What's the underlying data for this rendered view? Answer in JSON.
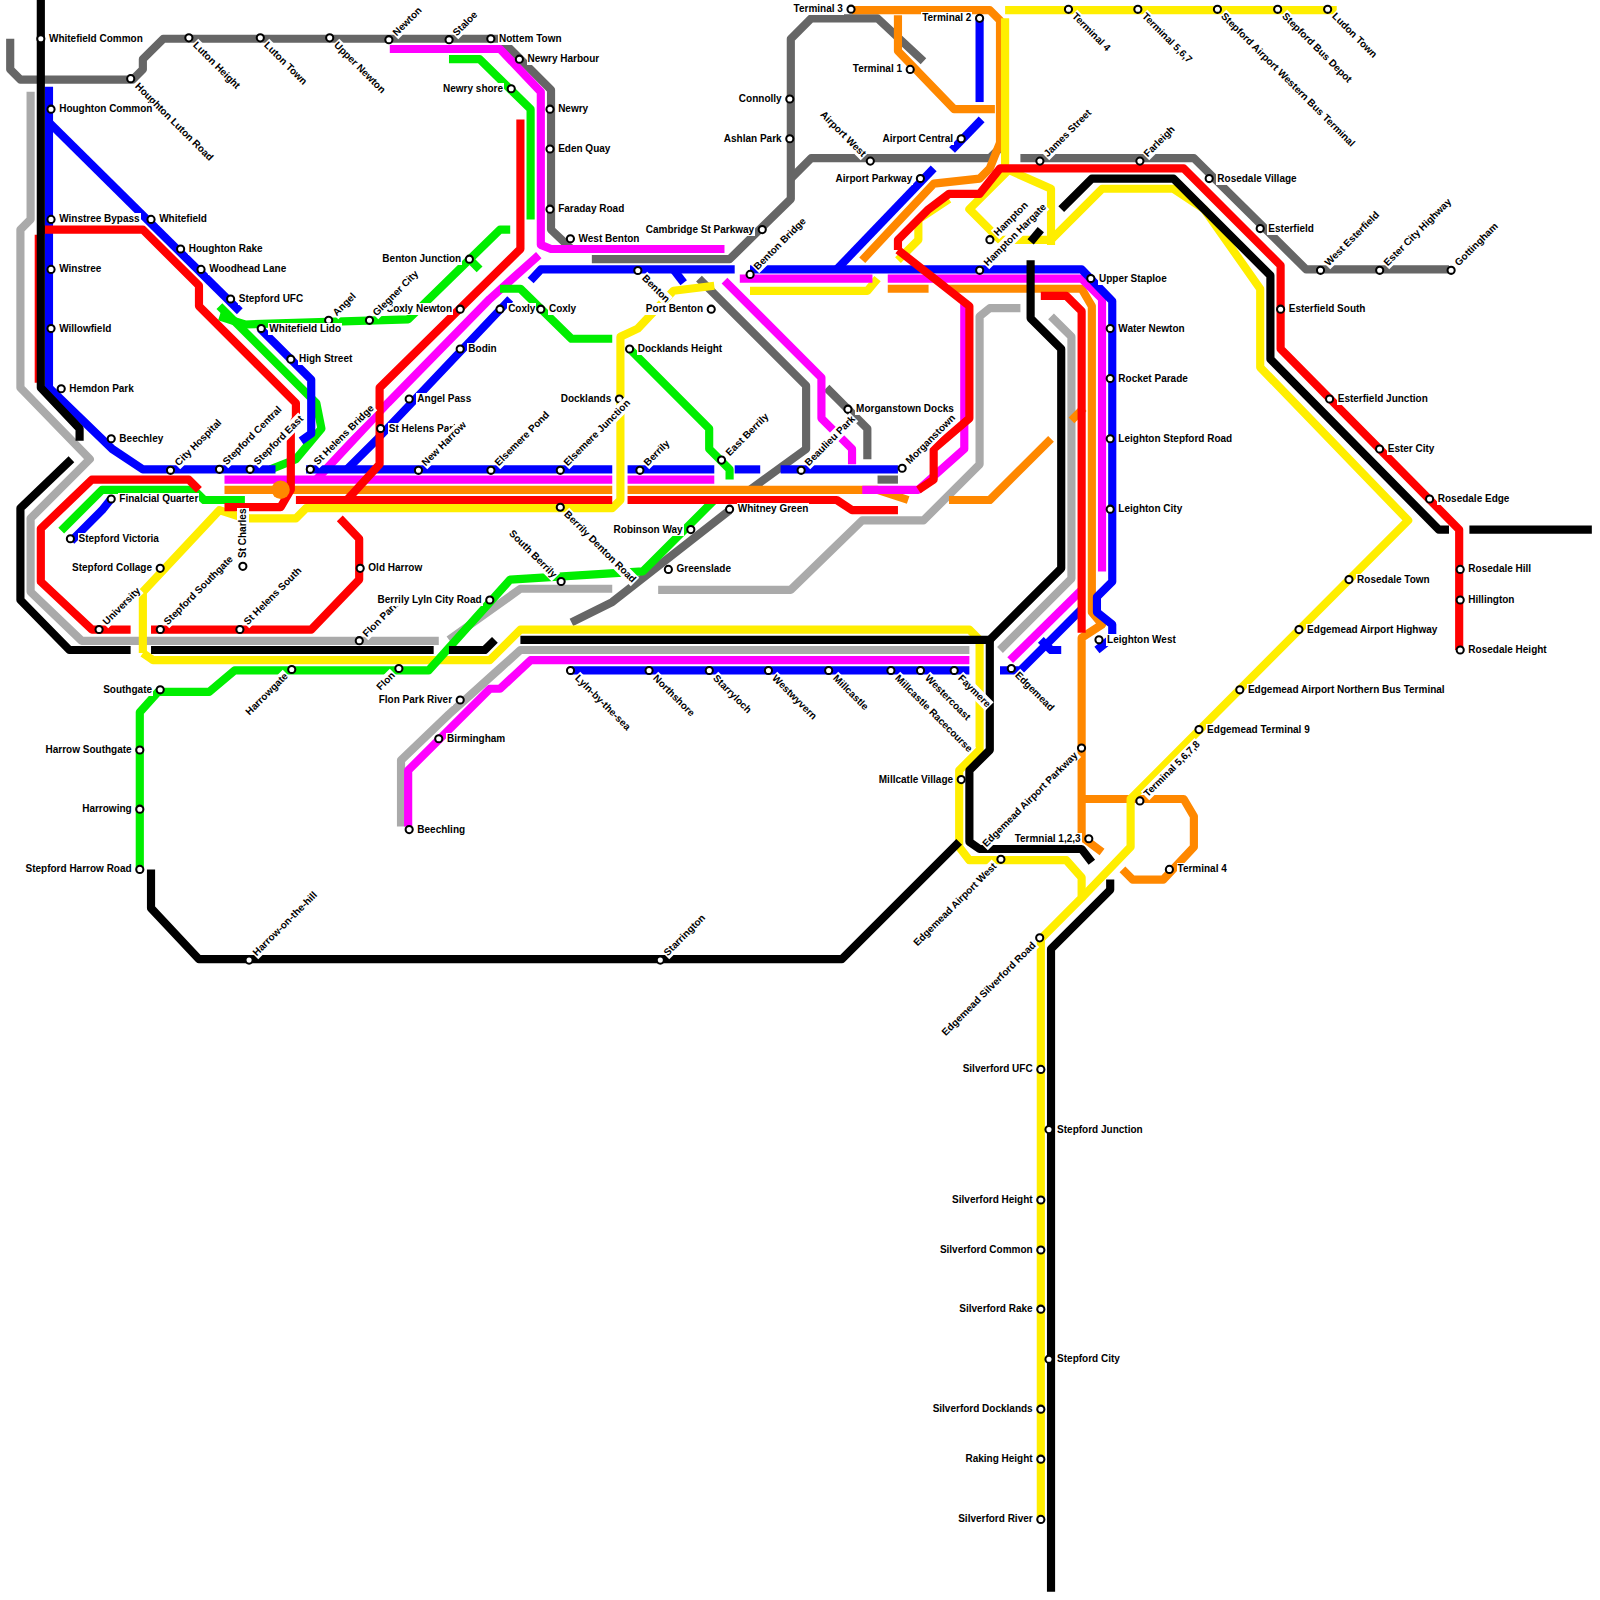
{
  "diagram": {
    "labels": [
      "Whitefield Common",
      "Luton Height",
      "Luton Town",
      "Upper Newton",
      "Newton",
      "Staloe",
      "Nottem Town",
      "Newry Harbour",
      "Newry shore",
      "Newry",
      "Eden Quay",
      "Faraday Road",
      "West Benton",
      "Houghton Luton Road",
      "Houghton Common",
      "Winstree Bypass",
      "Whitefield",
      "Houghton Rake",
      "Woodhead Lane",
      "Winstree",
      "Stepford UFC",
      "Willowfield",
      "Whitefield Lido",
      "High Street",
      "Hemdon Park",
      "Beechley",
      "City Hospital",
      "Stepford Central",
      "Stepford East",
      "St Helens Bridge",
      "Finalcial Quarter",
      "Stepford Victoria",
      "University",
      "Stepford Collage",
      "Stepford Southgate",
      "St Charles",
      "St Helens South",
      "Old Harrow",
      "Flon Park",
      "Flon",
      "Harrowgate",
      "Southgate",
      "Harrow Southgate",
      "Harrowing",
      "Stepford Harrow Road",
      "Harrow-on-the-hill",
      "Starrington",
      "Coxly Newton",
      "Glegner City",
      "Angel",
      "Benton Junction",
      "Coxly",
      "Coxly",
      "Bodin",
      "Angel Pass",
      "St Helens Park",
      "New Harrow",
      "Elsemere Pond",
      "Elsemere Junction",
      "Berrily Denton Road",
      "South Berrily",
      "Berrily Lyln City Road",
      "Flon Park River",
      "Birmingham",
      "Beechling",
      "Lyln-by-the-sea",
      "Northshore",
      "Starryloch",
      "Westwyvern",
      "Millcastle",
      "Millcastle Racecourse",
      "Westercoast",
      "Faymere",
      "Edgemead",
      "Docklands Height",
      "Docklands",
      "Port Benton",
      "Cambridge St Parkway",
      "Benton",
      "Benton Bridge",
      "Berrily",
      "East Berrily",
      "Beaulieu Park",
      "Morganstown Docks",
      "Morganstown",
      "Robinson Way",
      "Whitney Green",
      "Greenslade",
      "Terminal 3",
      "Terminal 2",
      "Terminal 1",
      "Connolly",
      "Ashlan Park",
      "Airport West",
      "Airport Central",
      "Airport Parkway",
      "Hampton",
      "Hampton Hargate",
      "James Street",
      "Terminal 4",
      "Terminal 5,6,7",
      "Stepford Airport Western Bus Terminal",
      "Stepford Bus Depot",
      "Ludon Town",
      "Farleigh",
      "Rosedale Village",
      "Esterfield",
      "West Esterfield",
      "Ester City Highway",
      "Gottingham",
      "Esterfield South",
      "Upper Staploe",
      "Water Newton",
      "Rocket Parade",
      "Leighton Stepford Road",
      "Leighton City",
      "Leighton West",
      "Esterfield Junction",
      "Ester City",
      "Rosedale Edge",
      "Rosedale Hill",
      "Hillington",
      "Rosedale Height",
      "Rosedale Town",
      "Edgemead Airport Highway",
      "Edgemead Airport Northern Bus Terminal",
      "Edgemead Terminal 9",
      "Terminal 5,6,7,8",
      "Terminal 4",
      "Edgemead Airport Parkway",
      "Termnial 1,2,3",
      "Edgemead Airport West",
      "Millcatle Village",
      "Edgemead Silverford Road",
      "Silverford UFC",
      "Stepford Junction",
      "Silverford Height",
      "Silverford Common",
      "Silverford Rake",
      "Stepford City",
      "Silverford Docklands",
      "Raking Height",
      "Silverford River"
    ]
  }
}
